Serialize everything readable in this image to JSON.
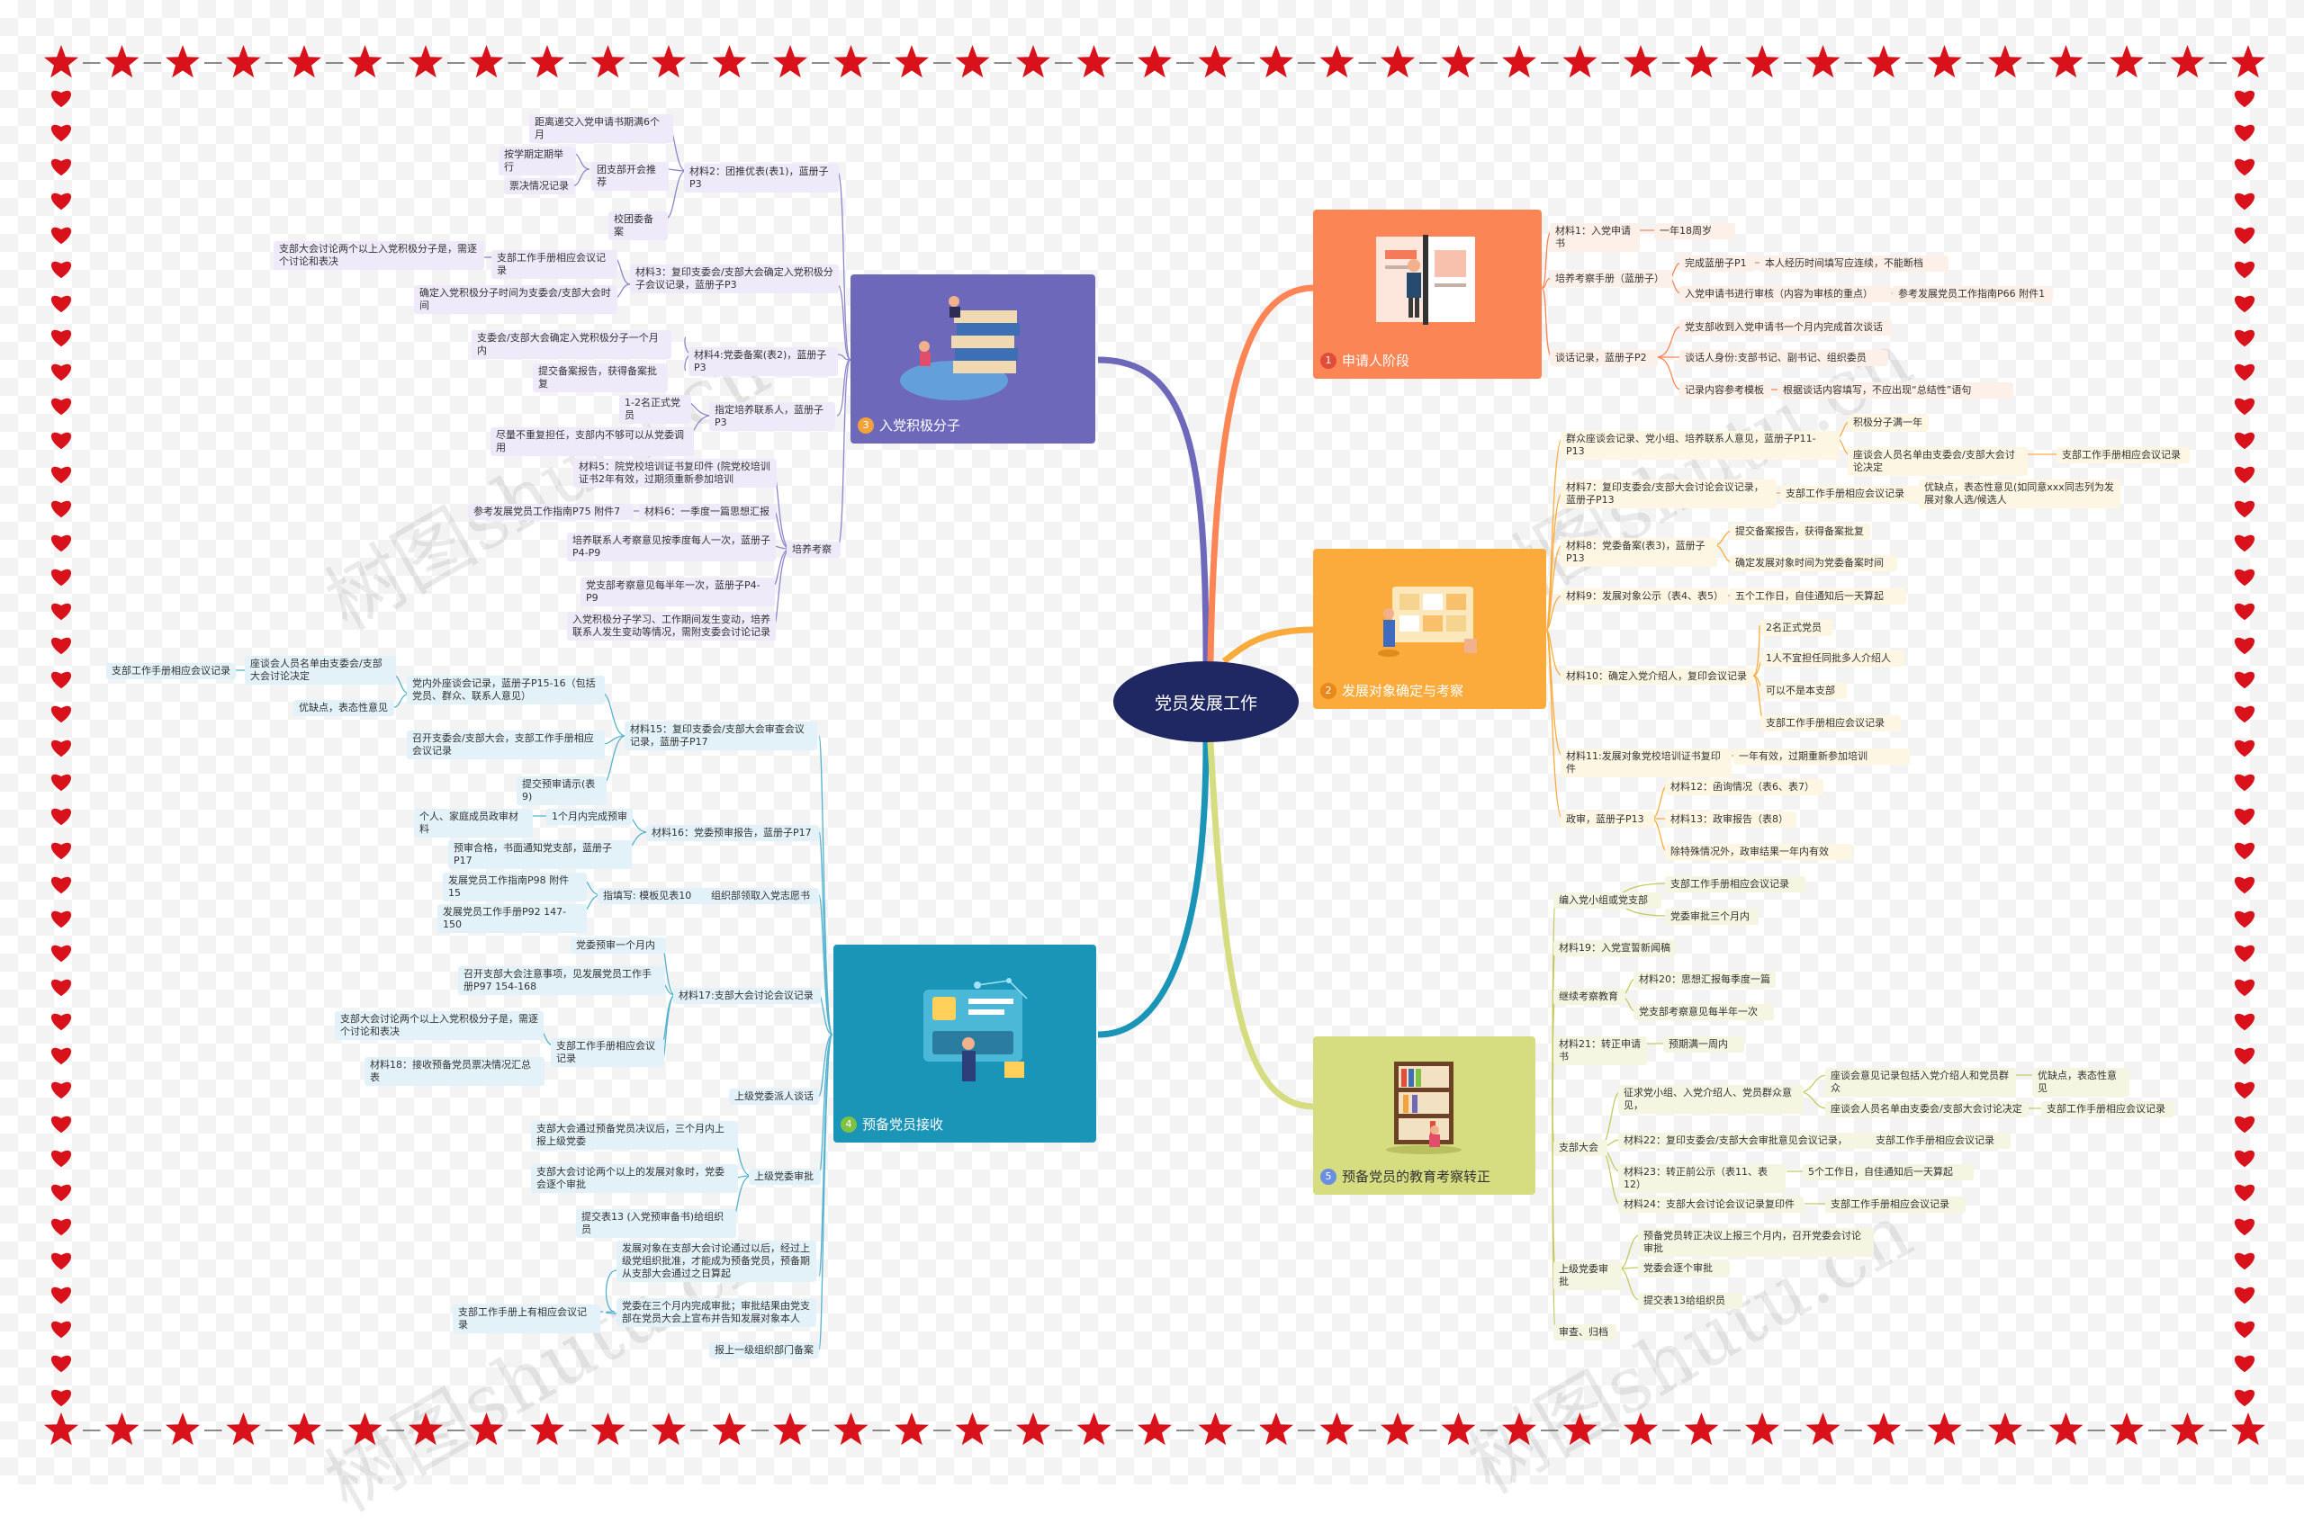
{
  "root": "党员发展工作",
  "watermark": "树图shutu.cn",
  "colors": {
    "purple": "#6d68ba",
    "blue": "#1a94b7",
    "orange": "#fc8556",
    "yellow": "#fbab3b",
    "green": "#d6dd81",
    "root": "#1f2862",
    "stars": "#d9111a"
  },
  "branches": {
    "b1": {
      "badge": "1",
      "title": "申请人阶段",
      "items": {
        "m1": "材料1：入党申请书",
        "m1a": "一年18周岁",
        "pc": "培养考察手册（蓝册子）",
        "pc1": "完成蓝册子P1",
        "pc1a": "本人经历时间填写应连续，不能断档",
        "pc2": "入党申请书进行审核（内容为审核的重点）",
        "pc2a": "参考发展党员工作指南P66 附件1",
        "tk": "谈话记录，蓝册子P2",
        "tk1": "党支部收到入党申请书一个月内完成首次谈话",
        "tk2": "谈话人身份:支部书记、副书记、组织委员",
        "tk3": "记录内容参考模板",
        "tk3a": "根据谈话内容填写，不应出现“总结性”语句"
      }
    },
    "b2": {
      "badge": "2",
      "title": "发展对象确定与考察",
      "items": {
        "q1": "群众座谈会记录、党小组、培养联系人意见，蓝册子P11-P13",
        "q1a": "积极分子满一年",
        "q1b": "座谈会人员名单由支委会/支部大会讨论决定",
        "q1c": "支部工作手册相应会议记录",
        "m7": "材料7：复印支委会/支部大会讨论会议记录，蓝册子P13",
        "m7a": "支部工作手册相应会议记录",
        "m7b": "优缺点，表态性意见(如同意xxx同志列为发展对象人选/候选人",
        "m8": "材料8：党委备案(表3)，蓝册子P13",
        "m8a": "提交备案报告，获得备案批复",
        "m8b": "确定发展对象时间为党委备案时间",
        "m9": "材料9：发展对象公示（表4、表5）",
        "m9a": "五个工作日，自佳通知后一天算起",
        "m10": "材料10：确定入党介绍人，复印会议记录",
        "m10a": "2名正式党员",
        "m10b": "1人不宜担任同批多人介绍人",
        "m10c": "可以不是本支部",
        "m10d": "支部工作手册相应会议记录",
        "m11": "材料11:发展对象党校培训证书复印件",
        "m11a": "一年有效，过期重新参加培训",
        "zs": "政审，蓝册子P13",
        "zs1": "材料12：函询情况（表6、表7）",
        "zs2": "材料13：政审报告（表8）",
        "zs3": "除特殊情况外，政审结果一年内有效"
      }
    },
    "b3": {
      "badge": "3",
      "title": "入党积极分子",
      "items": {
        "a1": "距离递交入党申请书期满6个月",
        "a2": "按学期定期举行",
        "a3": "票决情况记录",
        "a4": "团支部开会推荐",
        "a5": "校团委备案",
        "m2": "材料2：团推优表(表1)，蓝册子P3",
        "b1": "支部大会讨论两个以上入党积极分子是，需逐个讨论和表决",
        "b2": "支部工作手册相应会议记录",
        "b3": "确定入党积极分子时间为支委会/支部大会时间",
        "m3": "材料3：复印支委会/支部大会确定入党积极分子会议记录，蓝册子P3",
        "c1": "支委会/支部大会确定入党积极分子一个月内",
        "c2": "提交备案报告，获得备案批复",
        "m4": "材料4:党委备案(表2)，蓝册子P3",
        "d1": "1-2名正式党员",
        "d2": "尽量不重复担任，支部内不够可以从党委调用",
        "d": "指定培养联系人，蓝册子P3",
        "e1": "材料5：院党校培训证书复印件 (院党校培训证书2年有效，过期须重新参加培训",
        "e2": "参考发展党员工作指南P75 附件7",
        "e3": "材料6：一季度一篇思想汇报",
        "e4": "培养联系人考察意见按季度每人一次，蓝册子P4-P9",
        "e5": "党支部考察意见每半年一次，蓝册子P4-P9",
        "e6": "入党积极分子学习、工作期间发生变动，培养联系人发生变动等情况，需附支委会讨论记录",
        "e": "培养考察"
      }
    },
    "b4": {
      "badge": "4",
      "title": "预备党员接收",
      "items": {
        "f1": "支部工作手册相应会议记录",
        "f2": "座谈会人员名单由支委会/支部大会讨论决定",
        "f3": "优缺点，表态性意见",
        "f4": "党内外座谈会记录，蓝册子P15-16（包括党员、群众、联系人意见）",
        "f5": "召开支委会/支部大会，支部工作手册相应会议记录",
        "f6": "提交预审请示(表9)",
        "m15": "材料15：复印支委会/支部大会审查会议记录，蓝册子P17",
        "g1": "个人、家庭成员政审材料",
        "g2": "1个月内完成预审",
        "g3": "预审合格，书面通知党支部，蓝册子P17",
        "m16": "材料16：党委预审报告，蓝册子P17",
        "h1": "发展党员工作指南P98 附件15",
        "h2": "发展党员工作手册P92 147-150",
        "h3": "指填写: 模板见表10",
        "h": "组织部领取入党志愿书",
        "i1": "党委预审一个月内",
        "i2": "召开支部大会注意事项，见发展党员工作手册P97 154-168",
        "i3": "支部大会讨论两个以上入党积极分子是，需逐个讨论和表决",
        "i4": "支部工作手册相应会议记录",
        "i5": "材料18：接收预备党员票决情况汇总表",
        "m17": "材料17:支部大会讨论会议记录",
        "j": "上级党委派人谈话",
        "k1": "支部大会通过预备党员决议后，三个月内上报上级党委",
        "k2": "支部大会讨论两个以上的发展对象时，党委会逐个审批",
        "k3": "提交表13 (入党预审备书)给组织员",
        "k": "上级党委审批",
        "l1": "发展对象在支部大会讨论通过以后，经过上级党组织批准，才能成为预备党员，预备期从支部大会通过之日算起",
        "l2": "党委在三个月内完成审批；审批结果由党支部在党员大会上宣布并告知发展对象本人",
        "l3": "支部工作手册上有相应会议记录",
        "l4": "报上一级组织部门备案"
      }
    },
    "b5": {
      "badge": "5",
      "title": "预备党员的教育考察转正",
      "items": {
        "n1": "编入党小组或党支部",
        "n1a": "支部工作手册相应会议记录",
        "n1b": "党委审批三个月内",
        "m19": "材料19：入党宣誓新闻稿",
        "jx": "继续考察教育",
        "jx1": "材料20：思想汇报每季度一篇",
        "jx2": "党支部考察意见每半年一次",
        "m21": "材料21：转正申请书",
        "m21a": "预期满一周内",
        "zb": "支部大会",
        "zb1": "征求党小组、入党介绍人、党员群众意见，",
        "zb1a": "座谈会意见记录包括入党介绍人和党员群众",
        "zb1b": "优缺点，表态性意见",
        "zb1c": "座谈会人员名单由支委会/支部大会讨论决定",
        "zb1d": "支部工作手册相应会议记录",
        "m22": "材料22：复印支委会/支部大会审批意见会议记录，",
        "m22a": "支部工作手册相应会议记录",
        "m23": "材料23：转正前公示（表11、表12）",
        "m23a": "5个工作日，自佳通知后一天算起",
        "m24": "材料24：支部大会讨论会议记录复印件",
        "m24a": "支部工作手册相应会议记录",
        "sj": "上级党委审批",
        "sj1": "预备党员转正决议上报三个月内，召开党委会讨论审批",
        "sj2": "党委会逐个审批",
        "sj3": "提交表13给组织员",
        "gd": "审查、归档"
      }
    }
  }
}
